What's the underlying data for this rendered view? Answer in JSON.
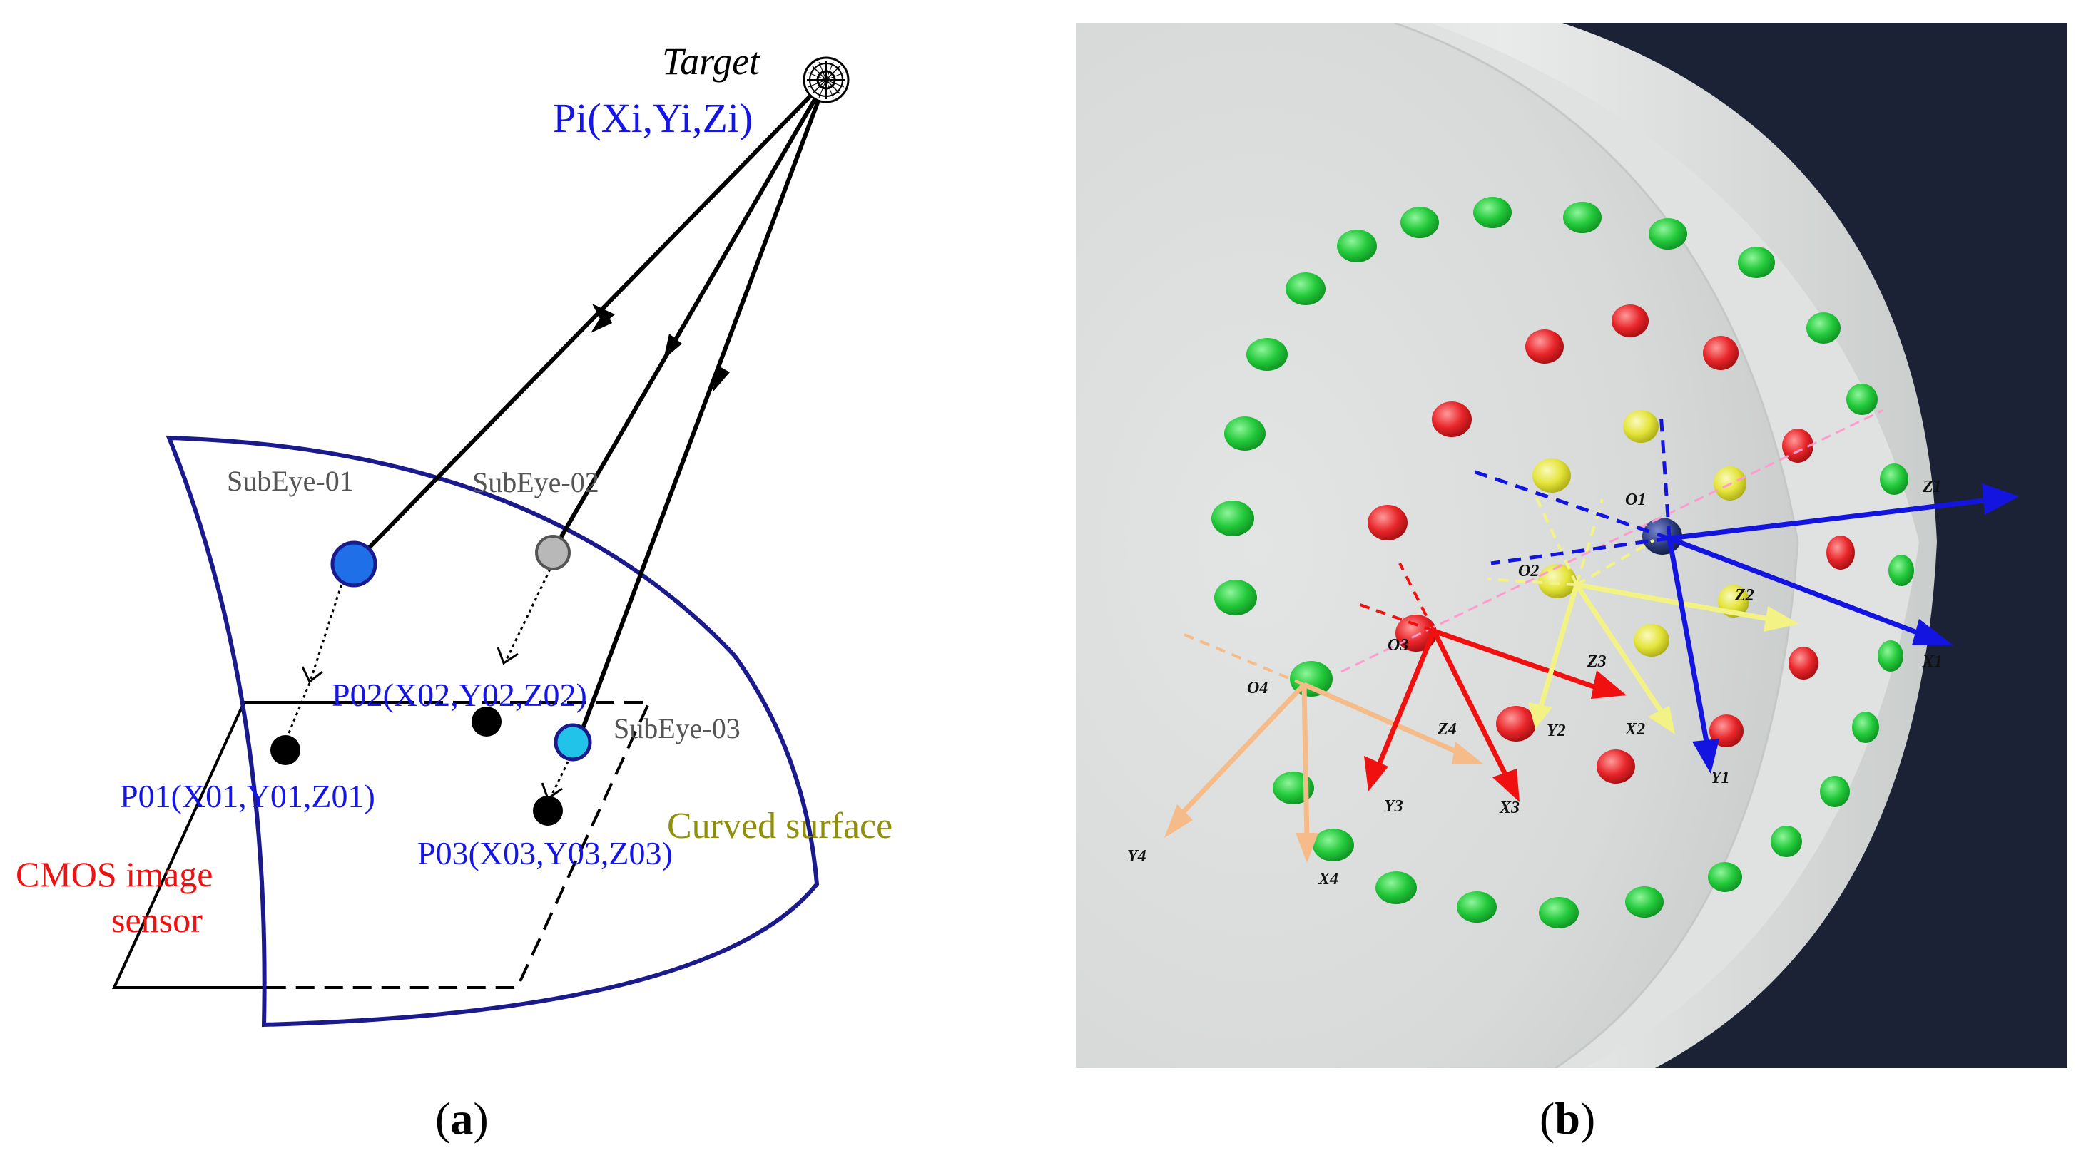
{
  "panel_a": {
    "target_label": "Target",
    "target_coord": "Pi(Xi,Yi,Zi)",
    "subeye_01": "SubEye-01",
    "subeye_02": "SubEye-02",
    "subeye_03": "SubEye-03",
    "p01": "P01(X01,Y01,Z01)",
    "p02": "P02(X02,Y02,Z02)",
    "p03": "P03(X03,Y03,Z03)",
    "cmos_line1": "CMOS image",
    "cmos_line2": "sensor",
    "curved_surface": "Curved surface",
    "caption_open": "(",
    "caption_letter": "a",
    "caption_close": ")"
  },
  "panel_b": {
    "axes": {
      "o1": "O1",
      "o2": "O2",
      "o3": "O3",
      "o4": "O4",
      "z1": "Z1",
      "z2": "Z2",
      "z3": "Z3",
      "z4": "Z4",
      "x1": "X1",
      "x2": "X2",
      "x3": "X3",
      "x4": "X4",
      "y1": "Y1",
      "y2": "Y2",
      "y3": "Y3",
      "y4": "Y4"
    },
    "caption_open": "(",
    "caption_letter": "b",
    "caption_close": ")"
  },
  "colors": {
    "outline_navy": "#1a1a8c",
    "subeye_blue": "#1f6fe8",
    "subeye_gray": "#b8b8b8",
    "subeye_cyan": "#22c3e8",
    "text_blue": "#1515e6",
    "text_red": "#ee1111",
    "text_olive": "#8f8f0a",
    "lens_green": "#22c93a",
    "lens_red": "#e8262a",
    "lens_yellow": "#e4e43a",
    "lens_navy": "#2a3a7a",
    "axis_blue": "#1414e0",
    "axis_yellow": "#f3f385",
    "axis_red": "#f01010",
    "axis_orange": "#f5bc8a",
    "background_dark": "#1b2236"
  }
}
